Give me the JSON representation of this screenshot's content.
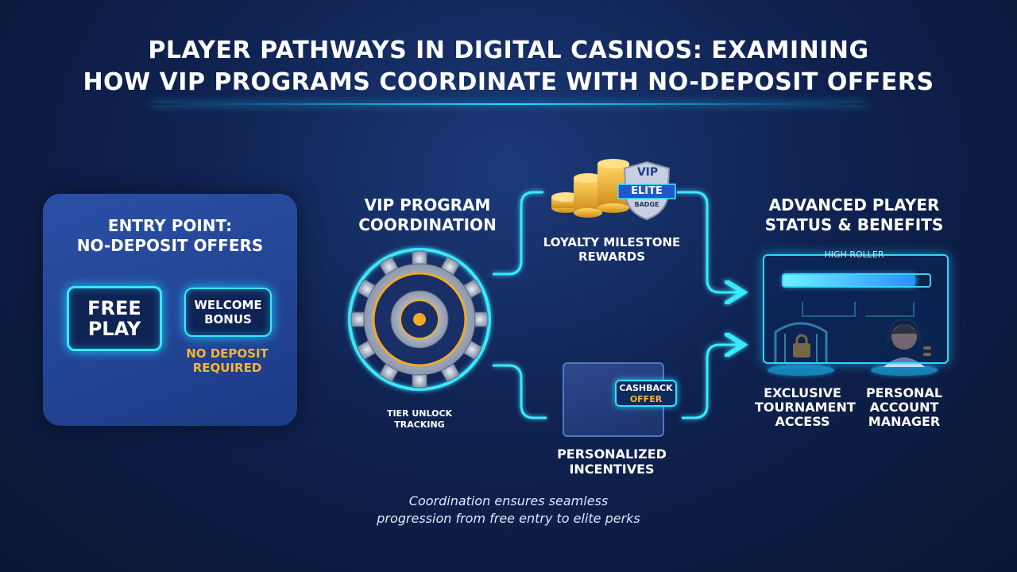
{
  "title": {
    "line1": "PLAYER PATHWAYS IN DIGITAL CASINOS: EXAMINING",
    "line2": "HOW VIP PROGRAMS COORDINATE WITH NO-DEPOSIT OFFERS"
  },
  "entry": {
    "heading_line1": "ENTRY POINT:",
    "heading_line2": "NO-DEPOSIT OFFERS",
    "free_play_line1": "FREE",
    "free_play_line2": "PLAY",
    "welcome_line1": "WELCOME",
    "welcome_line2": "BONUS",
    "no_deposit_line1": "NO DEPOSIT",
    "no_deposit_line2": "REQUIRED"
  },
  "vip": {
    "heading_line1": "VIP PROGRAM",
    "heading_line2": "COORDINATION",
    "tier_line1": "TIER UNLOCK",
    "tier_line2": "TRACKING"
  },
  "branches": {
    "loyalty_line1": "LOYALTY MILESTONE",
    "loyalty_line2": "REWARDS",
    "badge_top": "VIP",
    "badge_mid": "ELITE",
    "badge_bottom": "BADGE",
    "personalized_line1": "PERSONALIZED",
    "personalized_line2": "INCENTIVES",
    "cashback": "CASHBACK",
    "offer": "OFFER"
  },
  "advanced": {
    "heading_line1": "ADVANCED PLAYER",
    "heading_line2": "STATUS & BENEFITS",
    "high_roller": "HIGH ROLLER",
    "progress_fraction": 0.9,
    "tournament_line1": "EXCLUSIVE",
    "tournament_line2": "TOURNAMENT",
    "tournament_line3": "ACCESS",
    "manager_line1": "PERSONAL",
    "manager_line2": "ACCOUNT",
    "manager_line3": "MANAGER"
  },
  "caption": {
    "line1": "Coordination ensures seamless",
    "line2": "progression from free entry to elite perks"
  },
  "colors": {
    "neon": "#3be8ff",
    "gold": "#f7b533",
    "panel": "#1d3c86"
  }
}
